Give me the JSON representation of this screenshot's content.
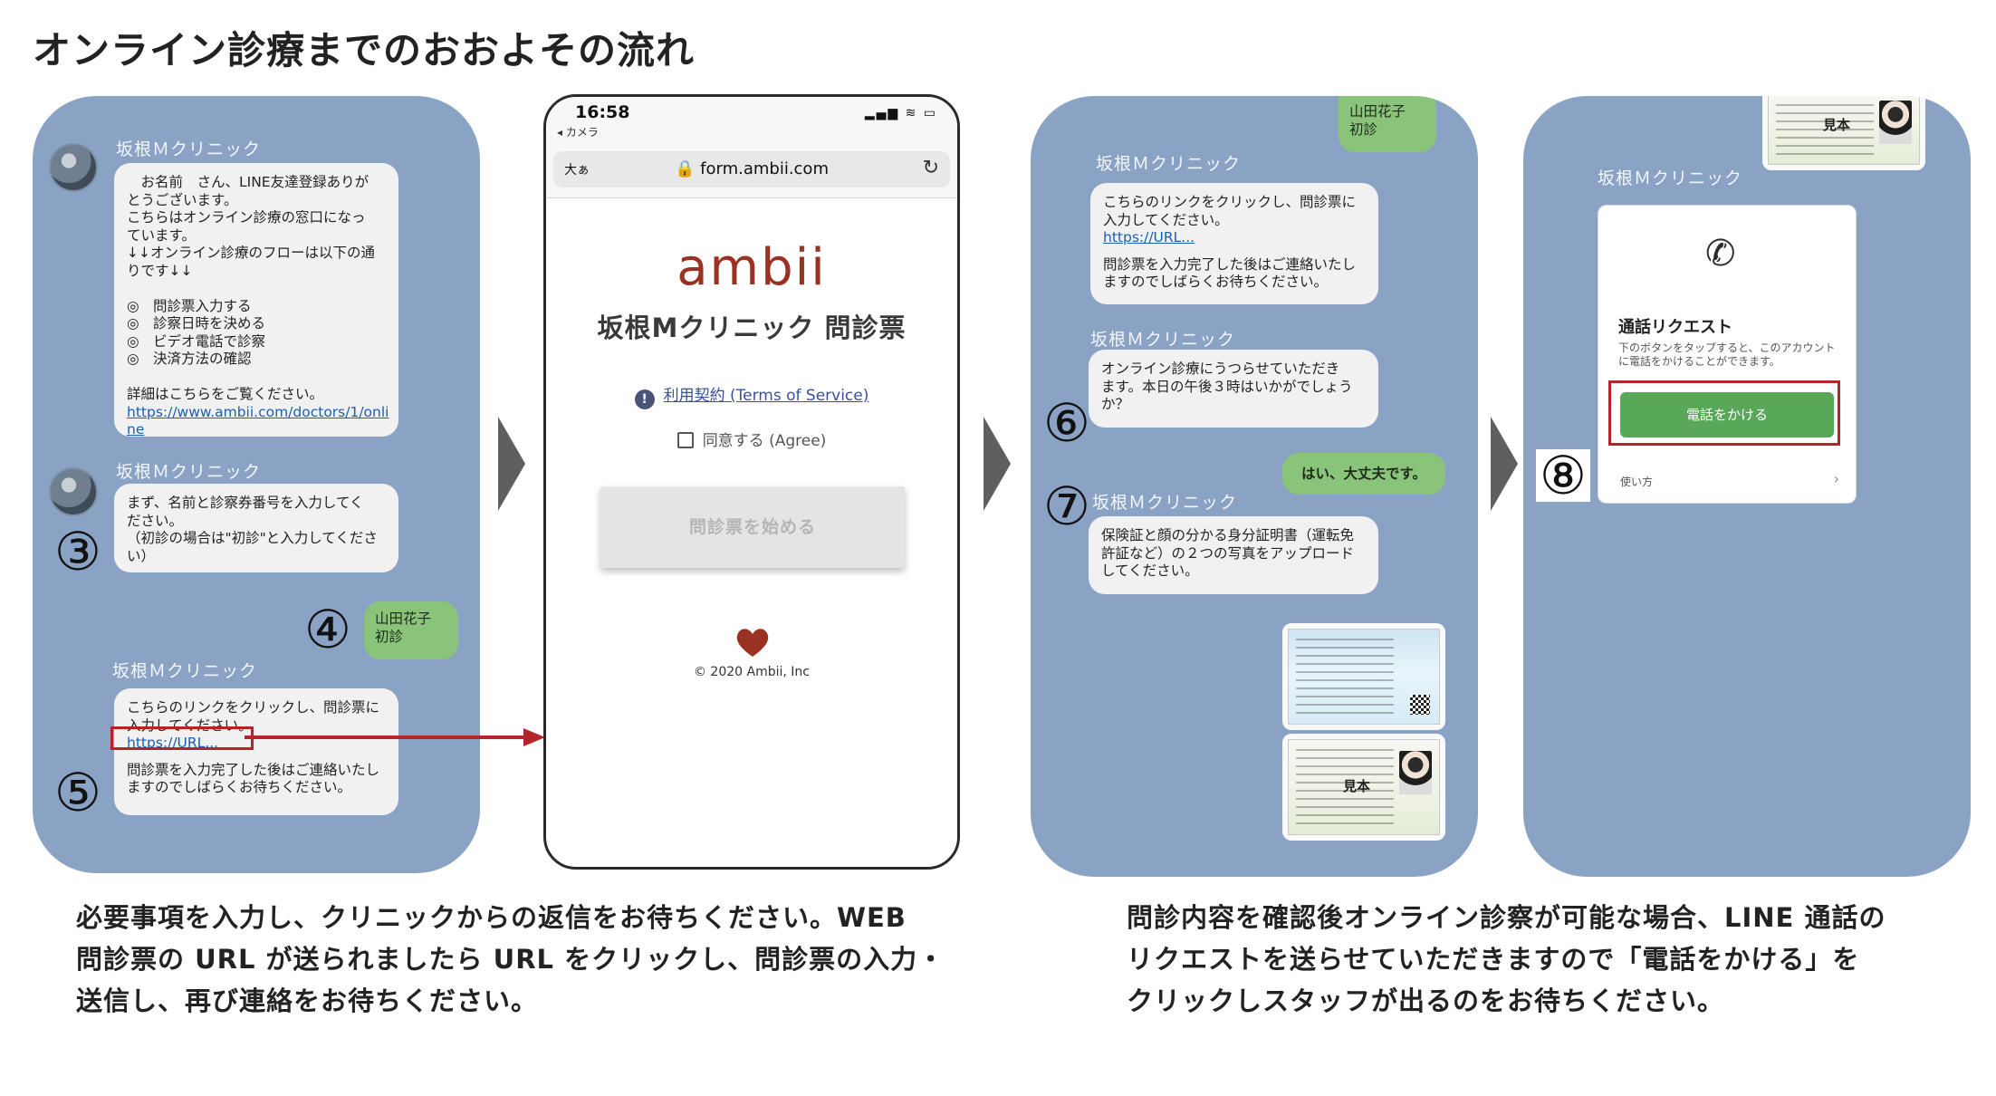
{
  "title": "オンライン診療までのおおよその流れ",
  "panel1": {
    "sender": "坂根Ｍクリニック",
    "msg1": [
      "　お名前　さん、LINE友達登録ありが",
      "とうございます。",
      "こちらはオンライン診療の窓口になっ",
      "ています。",
      "↓↓オンライン診療のフローは以下の通",
      "りです↓↓",
      "",
      "◎　問診票入力する",
      "◎　診察日時を決める",
      "◎　ビデオ電話で診察",
      "◎　決済方法の確認",
      "",
      "詳細はこちらをご覧ください。"
    ],
    "msg1_link": [
      "https://www.ambii.com/doctors/1/onli",
      "ne"
    ],
    "msg2": [
      "まず、名前と診察券番号を入力してく",
      "ださい。",
      "（初診の場合は\"初診\"と入力してくださ",
      "い）"
    ],
    "reply": [
      "山田花子",
      "初診"
    ],
    "msg3_top": [
      "こちらのリンクをクリックし、問診票に",
      "入力してください。"
    ],
    "msg3_link": "https://URL...",
    "msg3_bottom": [
      "問診票を入力完了した後はご連絡いたし",
      "ますのでしばらくお待ちください。"
    ],
    "steps": [
      "③",
      "④",
      "⑤"
    ]
  },
  "phone": {
    "time": "16:58",
    "back": "◂ カメラ",
    "status_icons": "▂▄▆ ≋ ▭",
    "aa": "大ぁ",
    "host": "🔒 form.ambii.com",
    "reload": "↻",
    "logo": "ambii",
    "heading": "坂根Mクリニック 問診票",
    "info_icon": "!",
    "tos": "利用契約 (Terms of Service)",
    "agree": "同意する (Agree)",
    "start": "問診票を始める",
    "copyright": "© 2020 Ambii, Inc"
  },
  "panel3": {
    "reply_top": [
      "山田花子",
      "初診"
    ],
    "sender": "坂根Ｍクリニック",
    "msg1_top": [
      "こちらのリンクをクリックし、問診票に",
      "入力してください。"
    ],
    "msg1_link": "https://URL...",
    "msg1_bottom": [
      "問診票を入力完了した後はご連絡いたし",
      "ますのでしばらくお待ちください。"
    ],
    "msg2": [
      "オンライン診療にうつらせていただき",
      "ます。本日の午後３時はいかがでしょう",
      "か？"
    ],
    "reply2": "はい、大丈夫です。",
    "msg3": [
      "保険証と顔の分かる身分証明書（運転免",
      "許証など）の２つの写真をアップロード",
      "してください。"
    ],
    "steps": [
      "⑥",
      "⑦"
    ],
    "card_label": "見本"
  },
  "panel4": {
    "sender": "坂根Ｍクリニック",
    "card_label": "見本",
    "call_title": "通話リクエスト",
    "call_desc": "下のボタンをタップすると、このアカウントに電話をかけることができます。",
    "call_button": "電話をかける",
    "howto": "使い方",
    "chevron": "›",
    "phone_icon": "✆",
    "step": "⑧"
  },
  "caption_left": [
    "必要事項を入力し、クリニックからの返信をお待ちください。WEB",
    "問診票の URL が送られましたら URL をクリックし、問診票の入力・",
    "送信し、再び連絡をお待ちください。"
  ],
  "caption_right": [
    "問診内容を確認後オンライン診察が可能な場合、LINE 通話の",
    "リクエストを送らせていただきますので「電話をかける」を",
    "クリックしスタッフが出るのをお待ちください。"
  ],
  "colors": {
    "panel": "#8aa3c4",
    "accent_red": "#b3242b",
    "line_green": "#59a85a",
    "brand": "#9b3122"
  }
}
